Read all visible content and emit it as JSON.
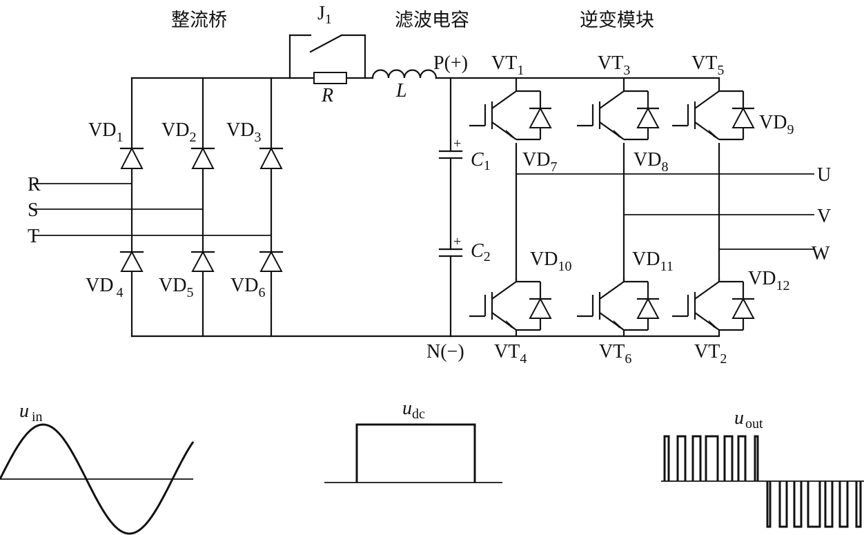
{
  "section_titles": {
    "rectifier": "整流桥",
    "filter": "滤波电容",
    "inverter": "逆变模块"
  },
  "relay": {
    "name": "J",
    "sub": "1"
  },
  "resistor": "R",
  "inductor": "L",
  "dc_bus": {
    "positive": "P(+)",
    "negative": "N(−)"
  },
  "inputs": [
    "R",
    "S",
    "T"
  ],
  "outputs": [
    "U",
    "V",
    "W"
  ],
  "rectifier_diodes": [
    {
      "name": "VD",
      "sub": "1"
    },
    {
      "name": "VD",
      "sub": "2"
    },
    {
      "name": "VD",
      "sub": "3"
    },
    {
      "name": "VD",
      "sub": "4"
    },
    {
      "name": "VD",
      "sub": "5"
    },
    {
      "name": "VD",
      "sub": "6"
    }
  ],
  "capacitors": [
    {
      "name": "C",
      "sub": "1",
      "polarity": "+"
    },
    {
      "name": "C",
      "sub": "2",
      "polarity": "+"
    }
  ],
  "transistors": [
    {
      "name": "VT",
      "sub": "1"
    },
    {
      "name": "VT",
      "sub": "3"
    },
    {
      "name": "VT",
      "sub": "5"
    },
    {
      "name": "VT",
      "sub": "4"
    },
    {
      "name": "VT",
      "sub": "6"
    },
    {
      "name": "VT",
      "sub": "2"
    }
  ],
  "freewheel_diodes": [
    {
      "name": "VD",
      "sub": "7"
    },
    {
      "name": "VD",
      "sub": "8"
    },
    {
      "name": "VD",
      "sub": "9"
    },
    {
      "name": "VD",
      "sub": "10"
    },
    {
      "name": "VD",
      "sub": "11"
    },
    {
      "name": "VD",
      "sub": "12"
    }
  ],
  "waveforms": {
    "input": {
      "name": "u",
      "sub": "in",
      "shape": "sine",
      "cycles": 1
    },
    "dc": {
      "name": "u",
      "sub": "dc",
      "shape": "rectangular pulse"
    },
    "output": {
      "name": "u",
      "sub": "out",
      "shape": "PWM bipolar",
      "positive_pulses": 7,
      "negative_pulses": 7
    }
  }
}
